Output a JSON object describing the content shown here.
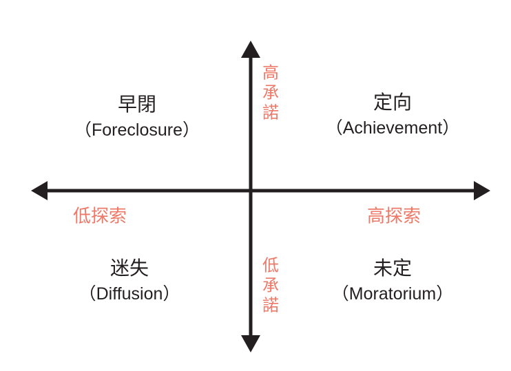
{
  "diagram": {
    "type": "quadrant-diagram",
    "topic": "identity-status (Marcia)"
  },
  "colors": {
    "background": "#ffffff",
    "axis": "#231f20",
    "quadrant_text": "#231f20",
    "accent_axis_label": "#ED7968"
  },
  "axes": {
    "vertical_top_label": "高承諾",
    "vertical_bottom_label": "低承諾",
    "horizontal_left_label": "低探索",
    "horizontal_right_label": "高探索"
  },
  "quadrants": {
    "top_left": {
      "title": "早閉",
      "subtitle": "（Foreclosure）"
    },
    "top_right": {
      "title": "定向",
      "subtitle": "（Achievement）"
    },
    "bottom_left": {
      "title": "迷失",
      "subtitle": "（Diffusion）"
    },
    "bottom_right": {
      "title": "未定",
      "subtitle": "（Moratorium）"
    }
  }
}
